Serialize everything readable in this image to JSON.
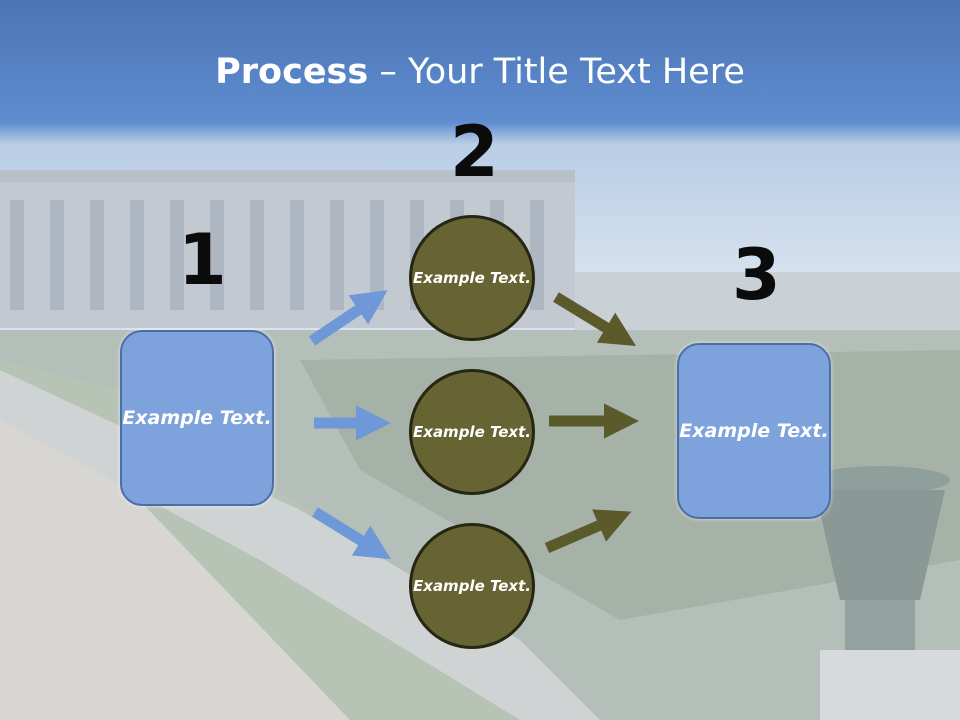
{
  "slide": {
    "title_bold": "Process",
    "title_rest": " – Your Title Text Here"
  },
  "steps": [
    {
      "number": "1",
      "label": "Example Text."
    },
    {
      "number": "2",
      "label": "Example Text."
    },
    {
      "number": "3",
      "label": "Example Text."
    }
  ],
  "circles": [
    {
      "label": "Example Text."
    },
    {
      "label": "Example Text."
    },
    {
      "label": "Example Text."
    }
  ],
  "colors": {
    "header_blue": "#4f7bbf",
    "box_fill": "#7da2dc",
    "circle_fill": "#666432",
    "arrow_blue": "#6f98d8",
    "arrow_olive": "#5a5a2a"
  }
}
